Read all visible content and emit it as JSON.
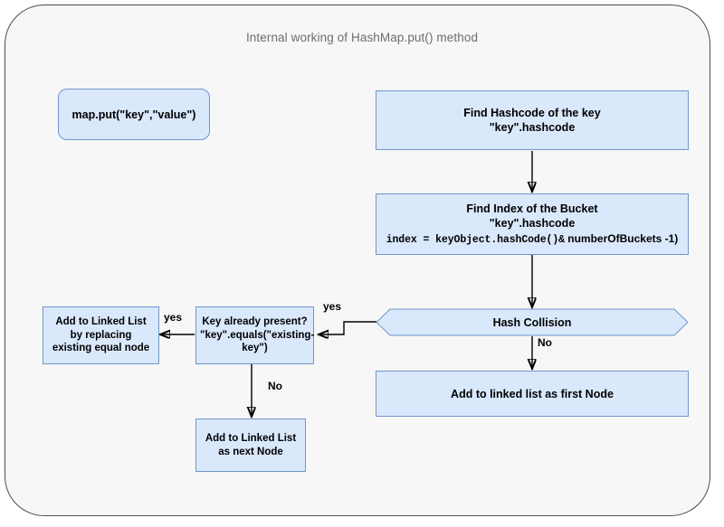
{
  "diagram": {
    "title": "Internal working of HashMap.put() method",
    "theme": {
      "page_background": "#f7f7f7",
      "node_fill": "#dae8fc",
      "node_border": "#7096c8",
      "edge_color": "#000000",
      "title_color": "#6d6d6d"
    },
    "nodes": [
      {
        "id": "map-put",
        "shape": "rounded-rectangle",
        "lines": [
          "map.put(\"key\",\"value\")"
        ]
      },
      {
        "id": "find-hashcode",
        "shape": "rectangle",
        "lines": [
          "Find Hashcode of the key",
          "\"key\".hashcode"
        ]
      },
      {
        "id": "find-index",
        "shape": "rectangle",
        "lines": [
          "Find Index of the Bucket",
          "\"key\".hashcode"
        ],
        "code_line": "index = keyObject.hashCode()&",
        "code_tail": " numberOfBuckets -1)"
      },
      {
        "id": "hash-collision",
        "shape": "hexagon",
        "lines": [
          "Hash Collision"
        ]
      },
      {
        "id": "add-first-node",
        "shape": "rectangle",
        "lines": [
          "Add to linked list as first Node"
        ]
      },
      {
        "id": "key-already-present",
        "shape": "rectangle",
        "lines": [
          "Key already present?",
          "\"key\".equals(\"existing-",
          "key\")"
        ]
      },
      {
        "id": "add-replacing",
        "shape": "rectangle",
        "lines": [
          "Add to Linked List",
          "by replacing",
          "existing equal node"
        ]
      },
      {
        "id": "add-next-node",
        "shape": "rectangle",
        "lines": [
          "Add to Linked List",
          "as next Node"
        ]
      }
    ],
    "edge_labels": [
      {
        "id": "collision-yes",
        "text": "yes"
      },
      {
        "id": "collision-no",
        "text": "No"
      },
      {
        "id": "present-yes",
        "text": "yes"
      },
      {
        "id": "present-no",
        "text": "No"
      }
    ]
  }
}
